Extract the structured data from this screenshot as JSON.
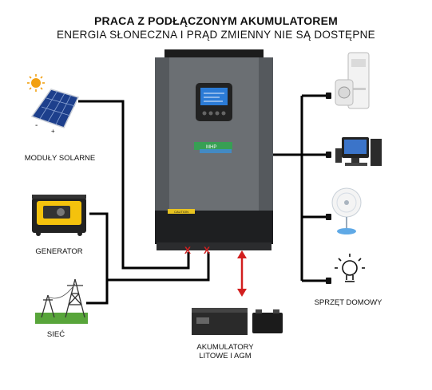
{
  "title": "PRACA Z PODŁĄCZONYM AKUMULATOREM",
  "subtitle": "ENERGIA SŁONECZNA I PRĄD ZMIENNY NIE SĄ DOSTĘPNE",
  "sources": {
    "solar": "MODUŁY SOLARNE",
    "generator": "GENERATOR",
    "grid": "SIEĆ"
  },
  "battery": {
    "line1": "AKUMULATORY",
    "line2": "LITOWE I AGM"
  },
  "loads": {
    "label": "SPRZĘT DOMOWY"
  },
  "inverter": {
    "brand": "MHP",
    "caution": "CAUTION"
  },
  "marks": {
    "left_x": "X",
    "right_x": "X",
    "solar_minus": "-",
    "solar_plus": "+"
  },
  "colors": {
    "line": "#000000",
    "cross": "#d21f1f",
    "arrow": "#d21f1f",
    "inverter_body": "#6b6f73"
  }
}
